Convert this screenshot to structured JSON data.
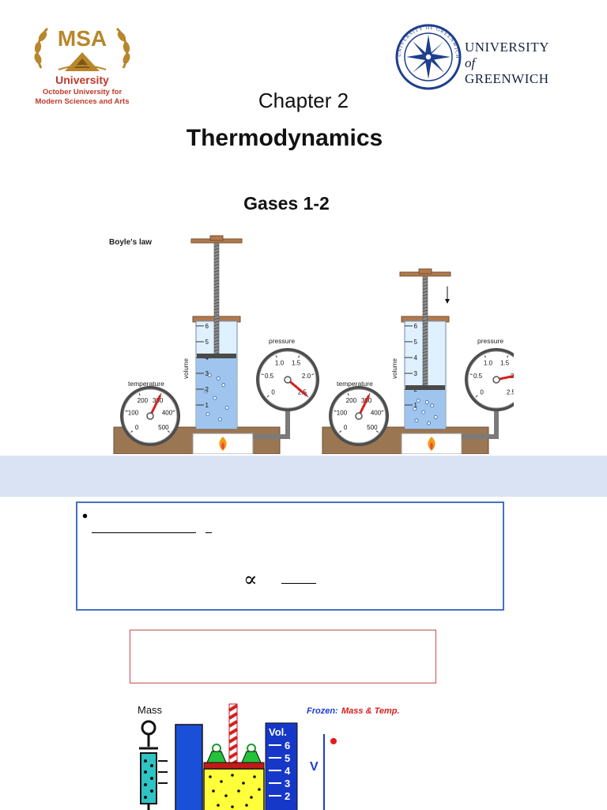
{
  "header": {
    "msa_logo": {
      "name": "MSA",
      "line1": "University",
      "line2": "October University for",
      "line3": "Modern Sciences and Arts"
    },
    "greenwich_logo": {
      "line1": "UNIVERSITY",
      "line2": "of",
      "line3": "GREENWICH",
      "seal_text": "UNIVERSITY OF GREENWICH"
    }
  },
  "titles": {
    "chapter": "Chapter 2",
    "subject": "Thermodynamics",
    "topic": "Gases 1-2"
  },
  "boyle_figure": {
    "caption": "Boyle's law",
    "volume_label": "volume",
    "pressure_label": "pressure",
    "temperature_label": "temperature",
    "volume_ticks": [
      "1",
      "2",
      "3",
      "4",
      "5",
      "6"
    ],
    "pressure_ticks": [
      "0",
      "0.5",
      "1.0",
      "1.5",
      "2.0",
      "2.5"
    ],
    "temperature_ticks": [
      "0",
      "100",
      "200",
      "300",
      "400",
      "500"
    ],
    "states": [
      {
        "volume": 4,
        "pressure": 2.5,
        "temperature": 300
      },
      {
        "volume": 2,
        "pressure": 2.0,
        "temperature": 300
      }
    ]
  },
  "definition_box": {
    "bullet": "•",
    "symbol": "∝"
  },
  "mass_figure": {
    "mass_label": "Mass",
    "frozen_label": "Frozen:",
    "frozen_value": "Mass & Temp.",
    "vol_label": "Vol.",
    "vol_ticks": [
      "2",
      "3",
      "4",
      "5",
      "6"
    ],
    "v_axis_label": "V"
  },
  "colors": {
    "band": "#dae3f3",
    "box_border": "#4472c4",
    "red_box_border": "#c0504d",
    "msa_gold": "#b8862b",
    "msa_red": "#c0392b",
    "greenwich_blue": "#1f3f8c",
    "gas_blue": "#9fc5ee",
    "needle_red": "#d61f1f"
  }
}
